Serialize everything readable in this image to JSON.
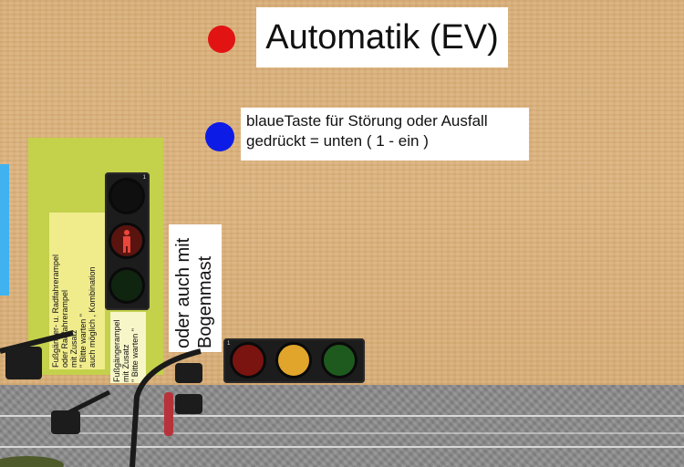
{
  "scene": {
    "title": "Automatik (EV)",
    "blue_key_note": {
      "line1": "blaueTaste für Störung oder Ausfall",
      "line2": "gedrückt = unten ( 1 - ein )"
    },
    "pole_note": {
      "line1": "oder auch mit",
      "line2": "Bogenmast"
    },
    "pedestrian_cyclist_note": {
      "line1": "Fußgänger- u. Radfahrerampel",
      "line2": "oder Radfahrerampel",
      "line3": "mit Zusatz",
      "line4": "\" Bitte warten \"",
      "line5": "auch möglich , Kombination"
    },
    "pedestrian_note": {
      "line1": "Fußgängerampel",
      "line2": "mit Zusatz",
      "line3": "\" Bitte warten \""
    },
    "signal_numbers": {
      "pedestrian": "1",
      "vehicle": "1"
    },
    "colors": {
      "indicator_red": "#e21313",
      "indicator_blue": "#0d1be6",
      "lamp_red": "#7a1410",
      "lamp_yellow": "#e0a52a",
      "lamp_green": "#1e5a1e",
      "panel_green": "#c4d14b",
      "note_yellow": "#f0ec8c",
      "cyan_edge": "#3fb2ef"
    },
    "icons": [
      "red-indicator-icon",
      "blue-key-icon",
      "pedestrian-figure-icon"
    ]
  }
}
